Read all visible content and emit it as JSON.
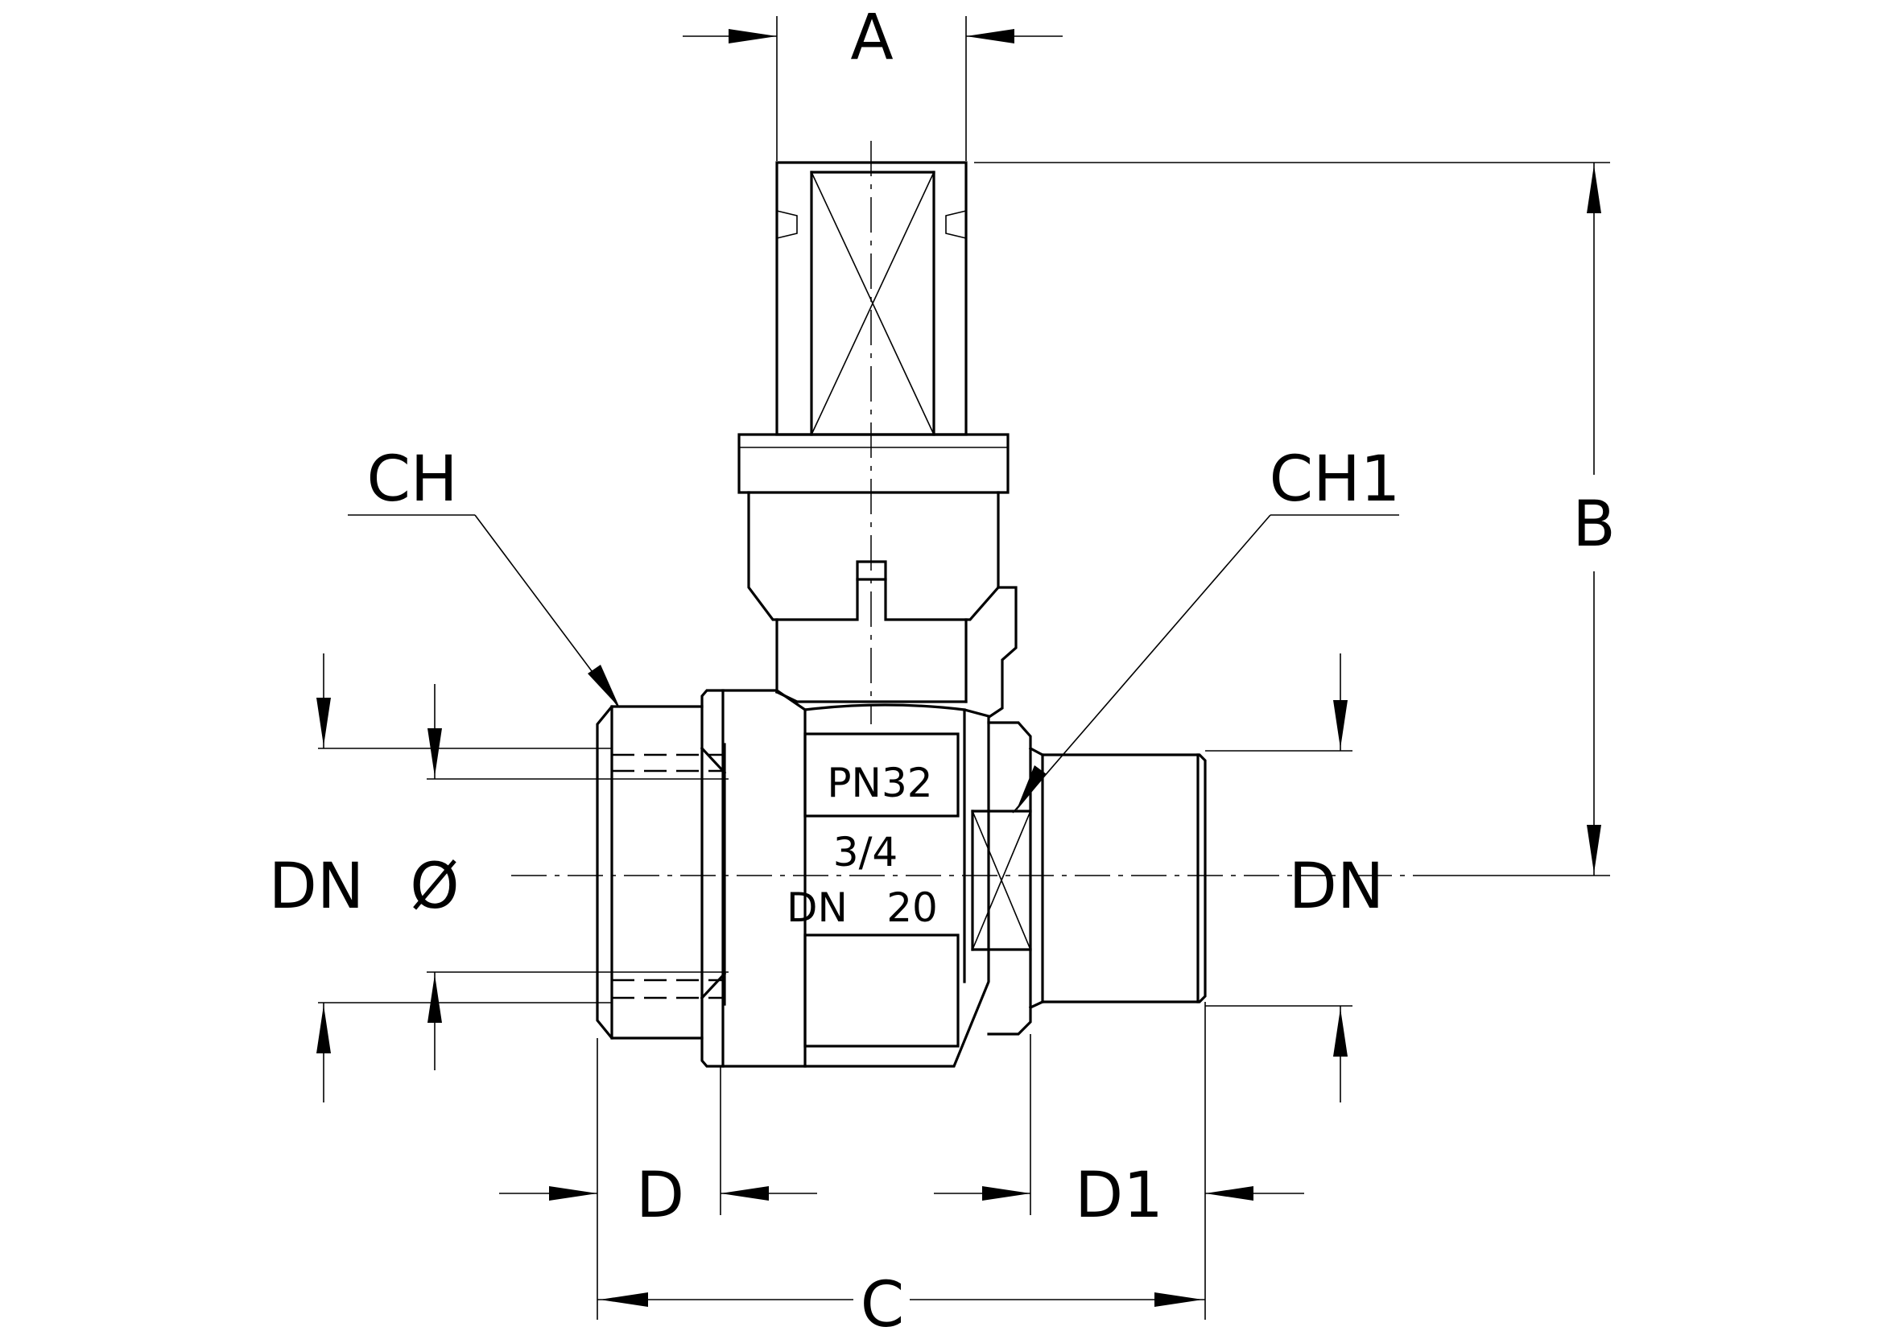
{
  "labels": {
    "a": "A",
    "b": "B",
    "c": "C",
    "d": "D",
    "d1": "D1",
    "ch": "CH",
    "ch1": "CH1",
    "dn_left": "DN",
    "dia": "Ø",
    "dn_right": "DN"
  },
  "body_markings": {
    "pressure": "PN32",
    "size": "3/4",
    "dn": "DN",
    "dn_value": "20"
  }
}
